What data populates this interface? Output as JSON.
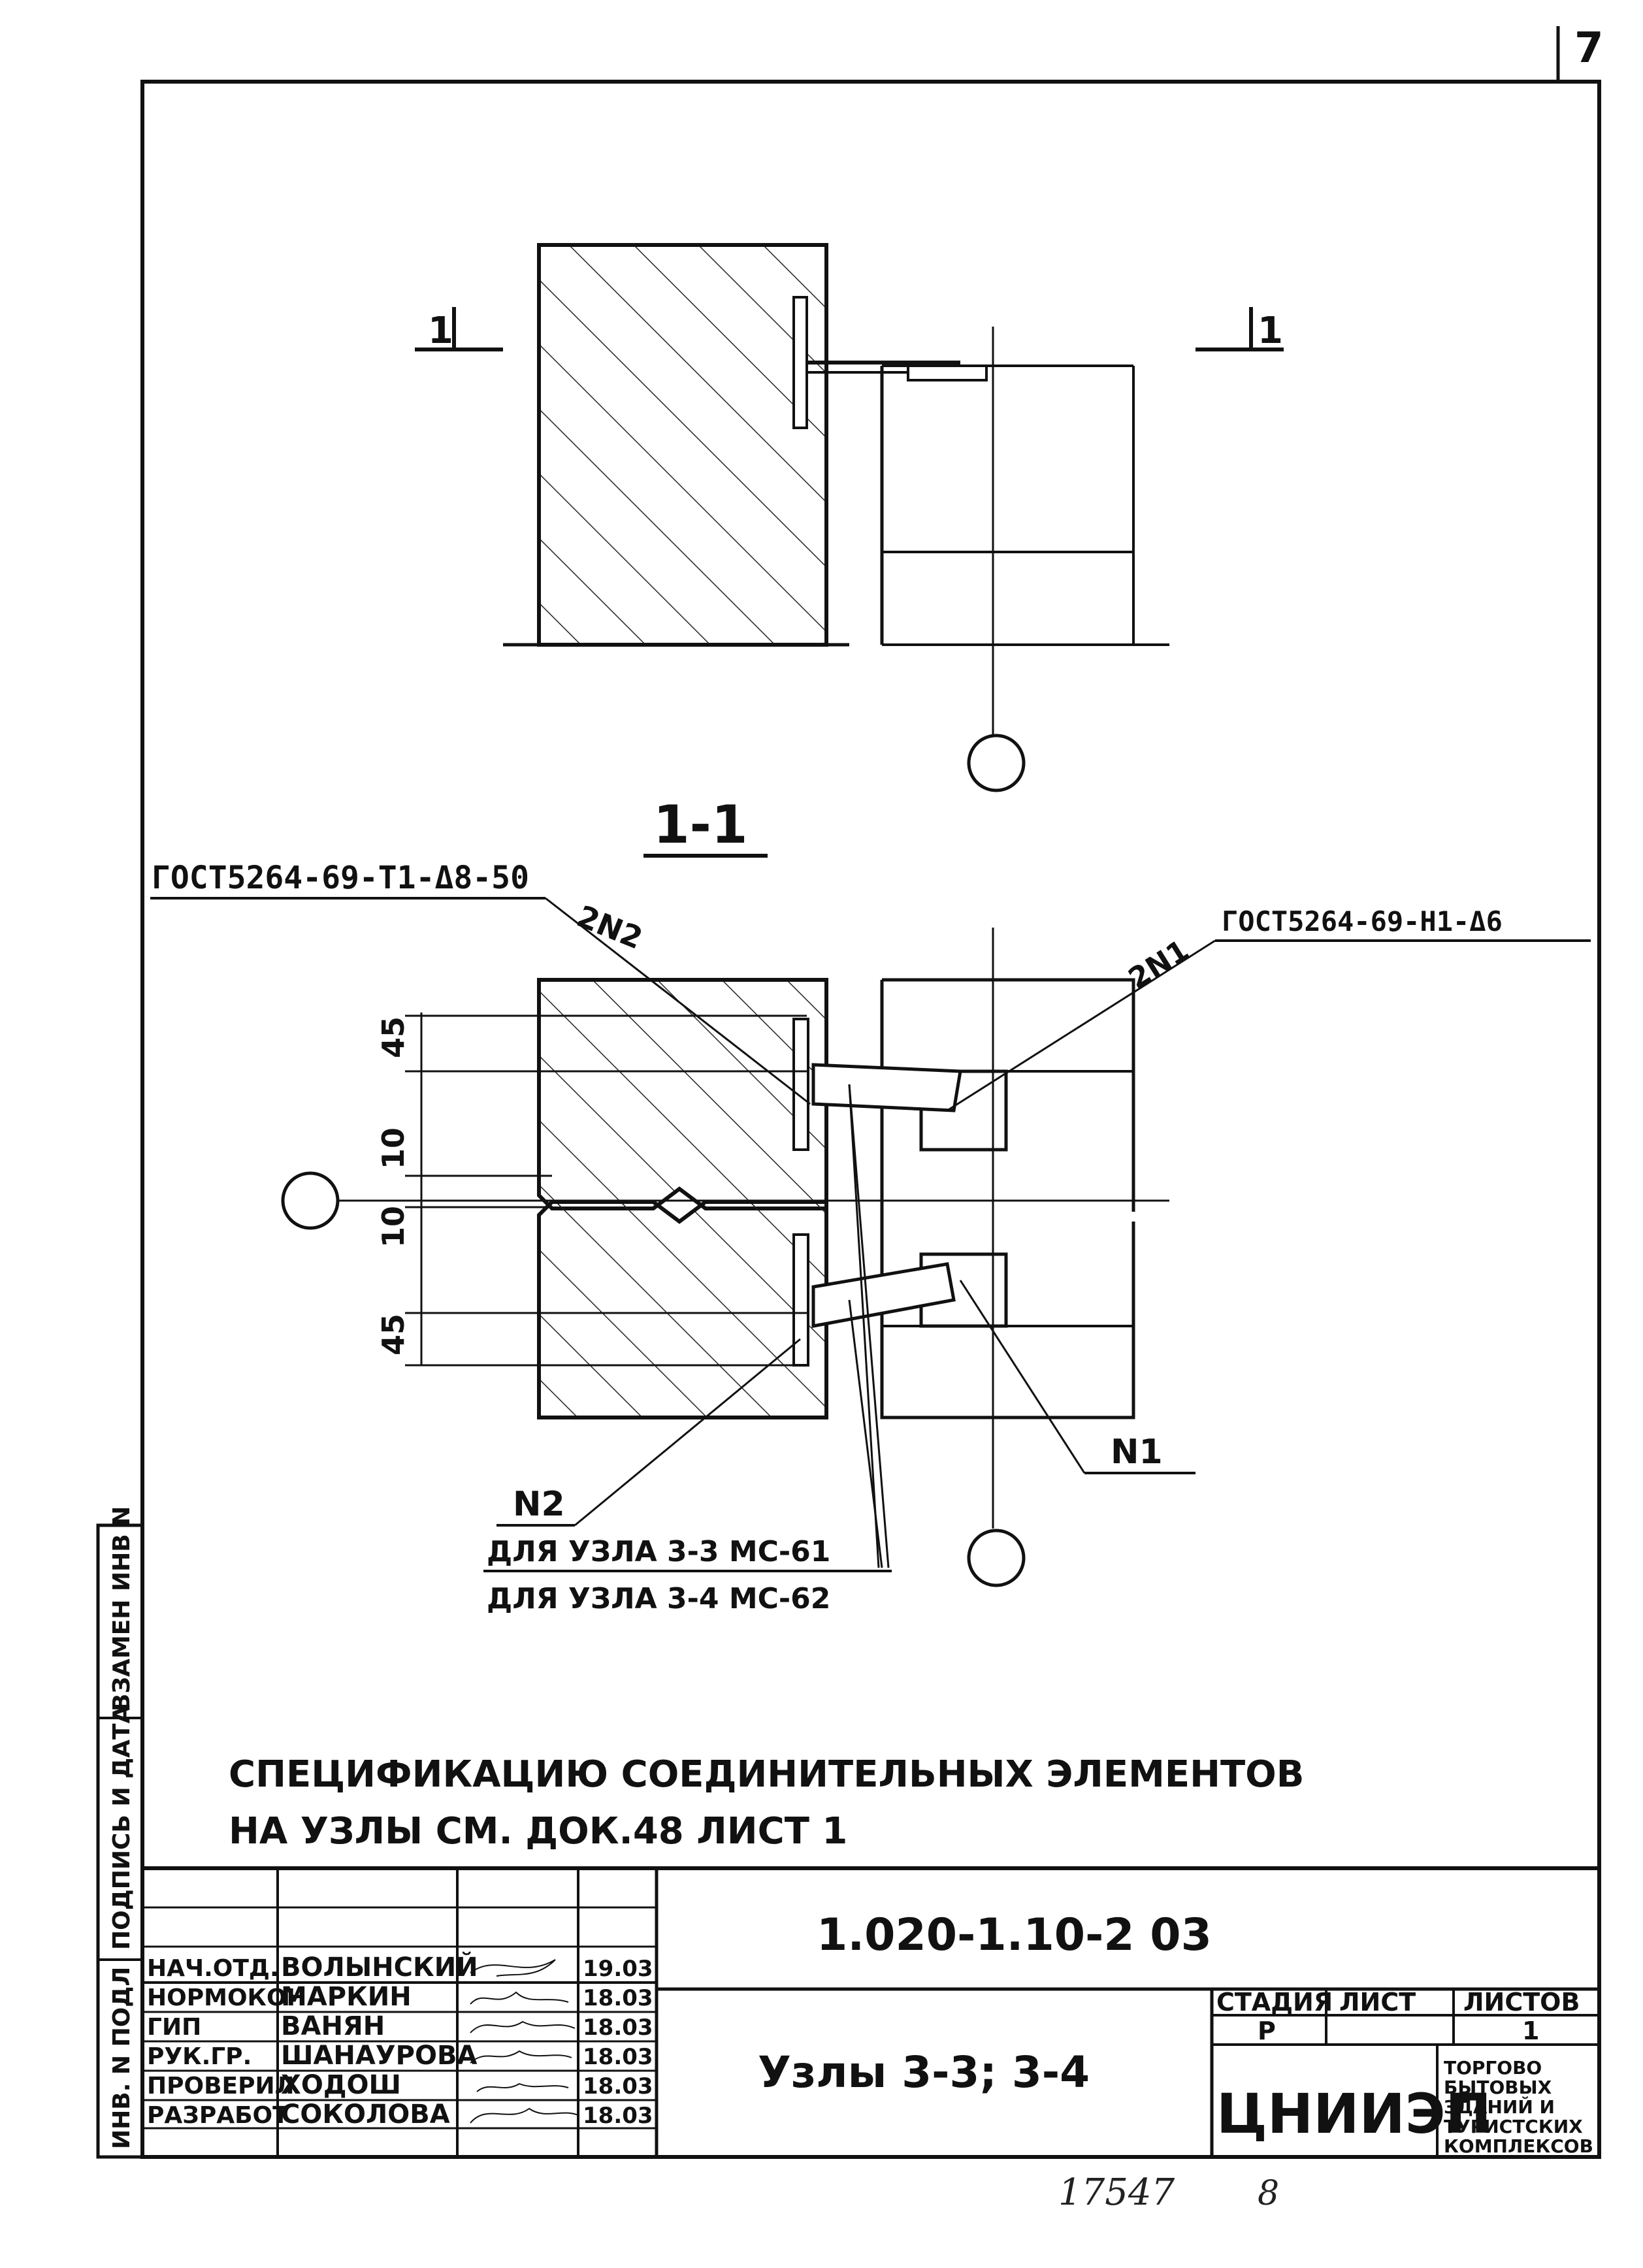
{
  "sheet_number": "7",
  "elevation": {
    "section_mark_left": "1",
    "section_mark_right": "1"
  },
  "section": {
    "title": "1-1",
    "callout_2n2_gost": "ГОСТ5264-69-Т1-Δ8-50",
    "callout_2n2": "2N2",
    "callout_2n1": "2N1",
    "callout_2n1_gost": "ГОСТ5264-69-Н1-Δ6",
    "dim_45_top": "45",
    "dim_10_top": "10",
    "dim_10_bottom": "10",
    "dim_45_bottom": "45",
    "label_n1": "N1",
    "label_n2": "N2",
    "note_3_3": "ДЛЯ УЗЛА 3-3  МС-61",
    "note_3_4": "ДЛЯ УЗЛА 3-4  МС-62"
  },
  "spec_note": {
    "line1": "СПЕЦИФИКАЦИЮ  СОЕДИНИТЕЛЬНЫХ  ЭЛЕМЕНТОВ",
    "line2": "НА  УЗЛЫ   СМ. ДОК.48  ЛИСТ 1"
  },
  "side_stamps": [
    "ИНВ. N ПОДЛ",
    "ПОДПИСЬ И ДАТА",
    "ВЗАМЕН ИНВ N"
  ],
  "title_block": {
    "code": "1.020-1.10-2  03",
    "title": "Узлы  3-3;  3-4",
    "stage_header": "СТАДИЯ",
    "sheet_header": "ЛИСТ",
    "sheets_header": "ЛИСТОВ",
    "stage": "Р",
    "sheets": "1",
    "org": "ЦНИИЭП",
    "org_sub": [
      "ТОРГОВО",
      "БЫТОВЫХ",
      "ЗДАНИЙ И",
      "ТУРИСТСКИХ",
      "КОМПЛЕКСОВ"
    ],
    "rows": [
      {
        "role": "НАЧ.ОТД.",
        "name": "ВОЛЫНСКИЙ",
        "date": "19.03"
      },
      {
        "role": "НОРМОКОН",
        "name": "МАРКИН",
        "date": "18.03"
      },
      {
        "role": "ГИП",
        "name": "ВАНЯН",
        "date": "18.03"
      },
      {
        "role": "РУК.ГР.",
        "name": "ШАНАУРОВА",
        "date": "18.03"
      },
      {
        "role": "ПРОВЕРИЛ",
        "name": "ХОДОШ",
        "date": "18.03"
      },
      {
        "role": "РАЗРАБОТ",
        "name": "СОКОЛОВА",
        "date": "18.03"
      }
    ]
  },
  "footer": {
    "inventory_number": "17547",
    "copy_mark": "8"
  }
}
